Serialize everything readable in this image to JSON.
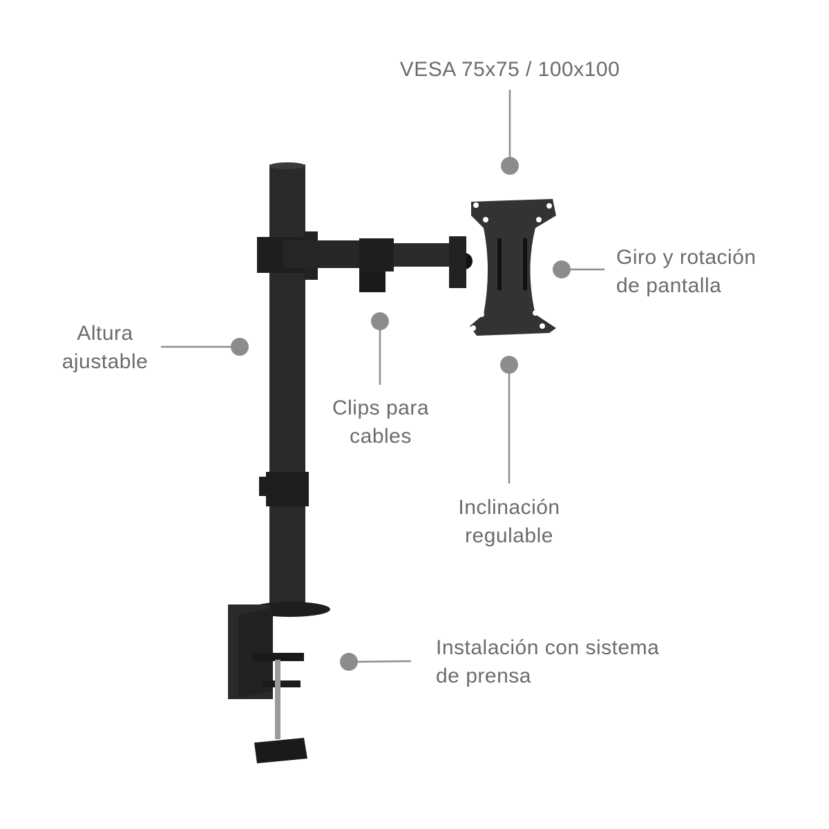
{
  "colors": {
    "text": "#6b6b6b",
    "marker": "#8c8c8c",
    "leader": "#8c8c8c",
    "product": "#2b2b2b"
  },
  "callouts": {
    "vesa": {
      "lines": [
        "VESA 75x75 / 100x100"
      ]
    },
    "swivel": {
      "lines": [
        "Giro y rotación",
        "de pantalla"
      ]
    },
    "height": {
      "lines": [
        "Altura",
        "ajustable"
      ]
    },
    "clips": {
      "lines": [
        "Clips para",
        "cables"
      ]
    },
    "tilt": {
      "lines": [
        "Inclinación",
        "regulable"
      ]
    },
    "clamp": {
      "lines": [
        "Instalación con sistema",
        "de prensa"
      ]
    }
  }
}
